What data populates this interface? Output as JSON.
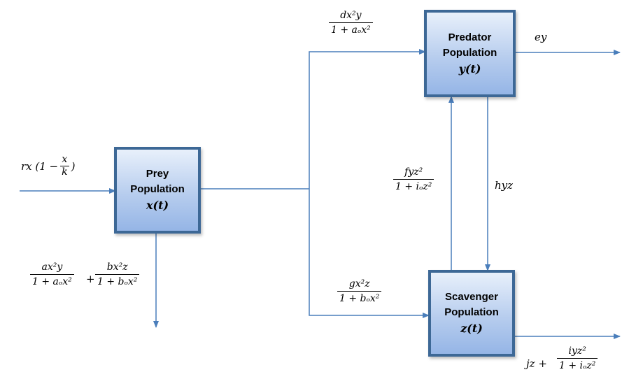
{
  "boxes": {
    "prey": {
      "line1": "Prey",
      "line2": "Population",
      "var": "x(t)"
    },
    "predator": {
      "line1": "Predator",
      "line2": "Population",
      "var": "y(t)"
    },
    "scavenger": {
      "line1": "Scavenger",
      "line2": "Population",
      "var": "z(t)"
    }
  },
  "labels": {
    "prey_growth": {
      "prefix": "rx (1 −",
      "num": "x",
      "den": "k",
      "suffix": ")"
    },
    "prey_loss": {
      "num1": "ax²y",
      "den1": "1 + aₒx²",
      "plus": "+",
      "num2": "bx²z",
      "den2": "1 + bₒx²"
    },
    "prey_to_predator": {
      "num": "dx²y",
      "den": "1 + aₒx²"
    },
    "predator_death": "ey",
    "scavenger_to_predator": {
      "num": "fyz²",
      "den": "1 + iₒz²"
    },
    "predator_to_scavenger": "hyz",
    "prey_to_scavenger": {
      "num": "gx²z",
      "den": "1 + bₒx²"
    },
    "scavenger_loss": {
      "prefix": "jz +",
      "num": "iyz²",
      "den": "1 + iₒz²"
    }
  },
  "colors": {
    "arrow": "#4a7ebb",
    "box_border": "#3d6896"
  }
}
